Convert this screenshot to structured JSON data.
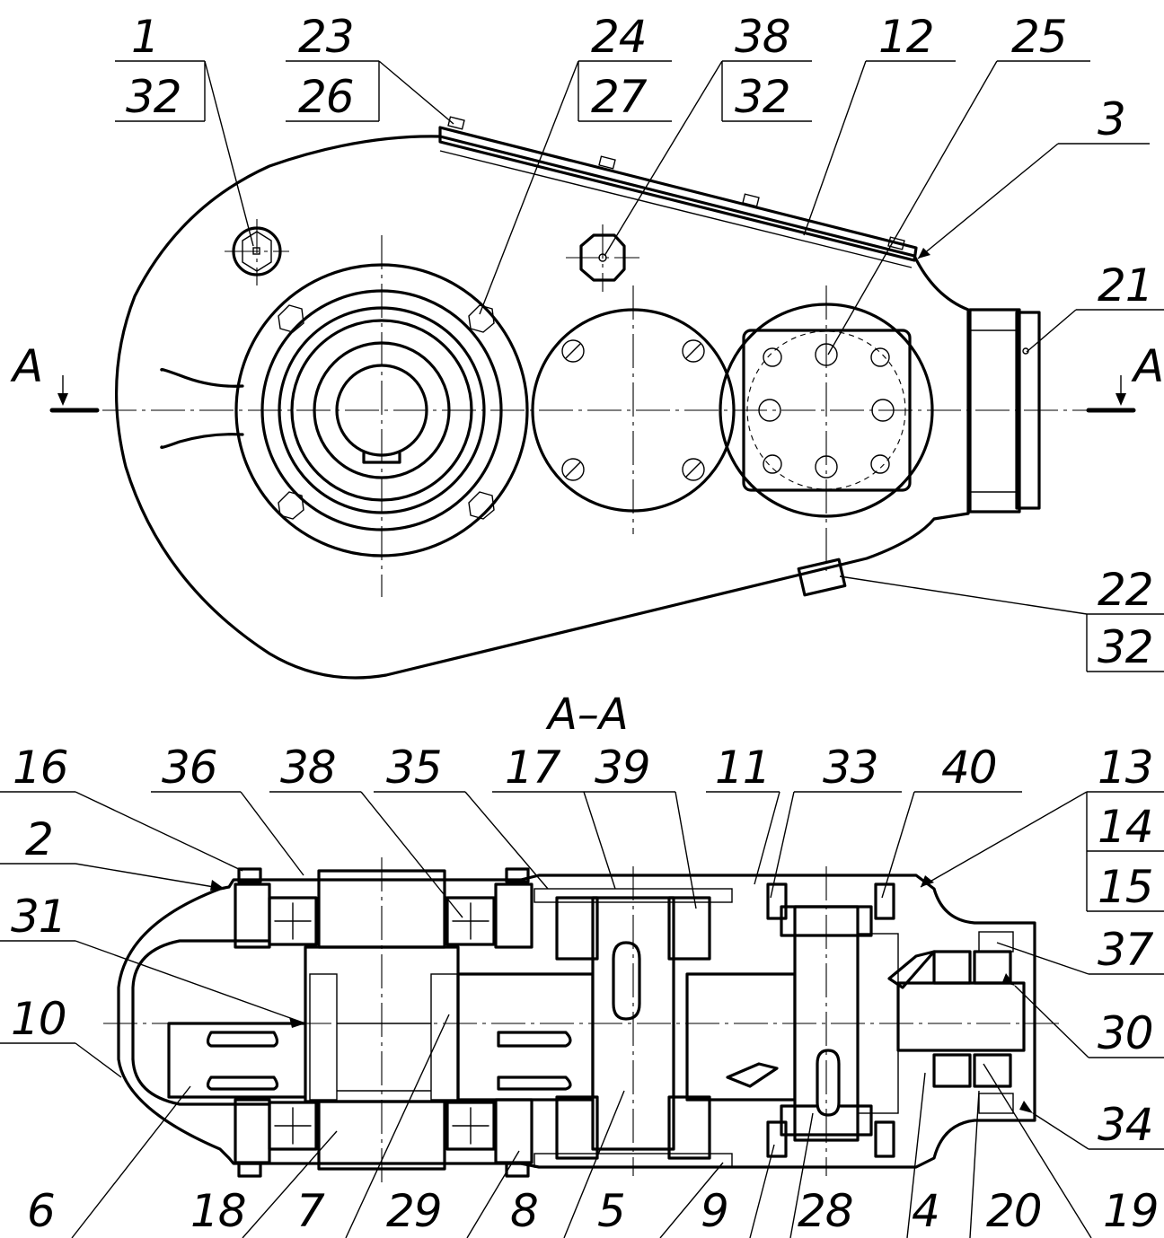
{
  "title": "A–A",
  "section_mark": "A",
  "callouts_top": [
    {
      "id": "c1",
      "num": "1",
      "den": "32"
    },
    {
      "id": "c23",
      "num": "23",
      "den": "26"
    },
    {
      "id": "c24",
      "num": "24",
      "den": "27"
    },
    {
      "id": "c38",
      "num": "38",
      "den": "32"
    },
    {
      "id": "c12",
      "num": "12"
    },
    {
      "id": "c25",
      "num": "25"
    },
    {
      "id": "c3",
      "num": "3"
    },
    {
      "id": "c21",
      "num": "21"
    },
    {
      "id": "c22",
      "num": "22",
      "den": "32"
    }
  ],
  "callouts_section_top": [
    "16",
    "36",
    "38",
    "35",
    "17",
    "39",
    "11",
    "33",
    "40",
    "13",
    "14",
    "15"
  ],
  "callouts_section_left": [
    "2",
    "31",
    "10"
  ],
  "callouts_section_right": [
    "37",
    "30",
    "34"
  ],
  "callouts_section_bottom": [
    "6",
    "18",
    "7",
    "29",
    "8",
    "5",
    "9",
    "28",
    "4",
    "20",
    "19"
  ]
}
